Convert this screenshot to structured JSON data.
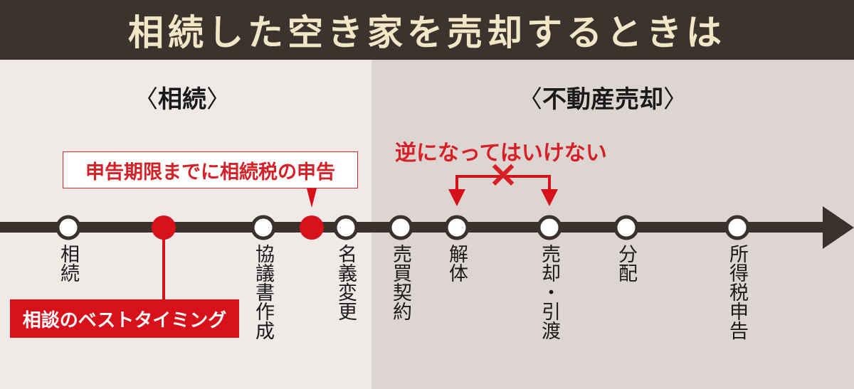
{
  "title": "相続した空き家を売却するときは",
  "sections": {
    "left": "相続",
    "right": "不動産売却",
    "bracket_open": "〈",
    "bracket_close": "〉"
  },
  "timeline": {
    "points": [
      {
        "label": "相続",
        "type": "white"
      },
      {
        "label": "",
        "type": "red"
      },
      {
        "label": "協議書作成",
        "type": "white"
      },
      {
        "label": "",
        "type": "red"
      },
      {
        "label": "名義変更",
        "type": "white"
      },
      {
        "label": "売買契約",
        "type": "white"
      },
      {
        "label": "解体",
        "type": "white"
      },
      {
        "label": "売却・引渡",
        "type": "white"
      },
      {
        "label": "分配",
        "type": "white"
      },
      {
        "label": "所得税申告",
        "type": "white"
      }
    ]
  },
  "callouts": {
    "tax_deadline": "申告期限までに相続税の申告",
    "best_timing": "相談のベストタイミング",
    "warning": "逆になってはいけない",
    "cross_mark": "×"
  },
  "colors": {
    "title_bg": "#3c332f",
    "title_text": "#f1e6c6",
    "left_bg": "#efe9e7",
    "right_bg": "#ddd5d1",
    "line": "#3a302c",
    "accent_red": "#d6111a"
  }
}
